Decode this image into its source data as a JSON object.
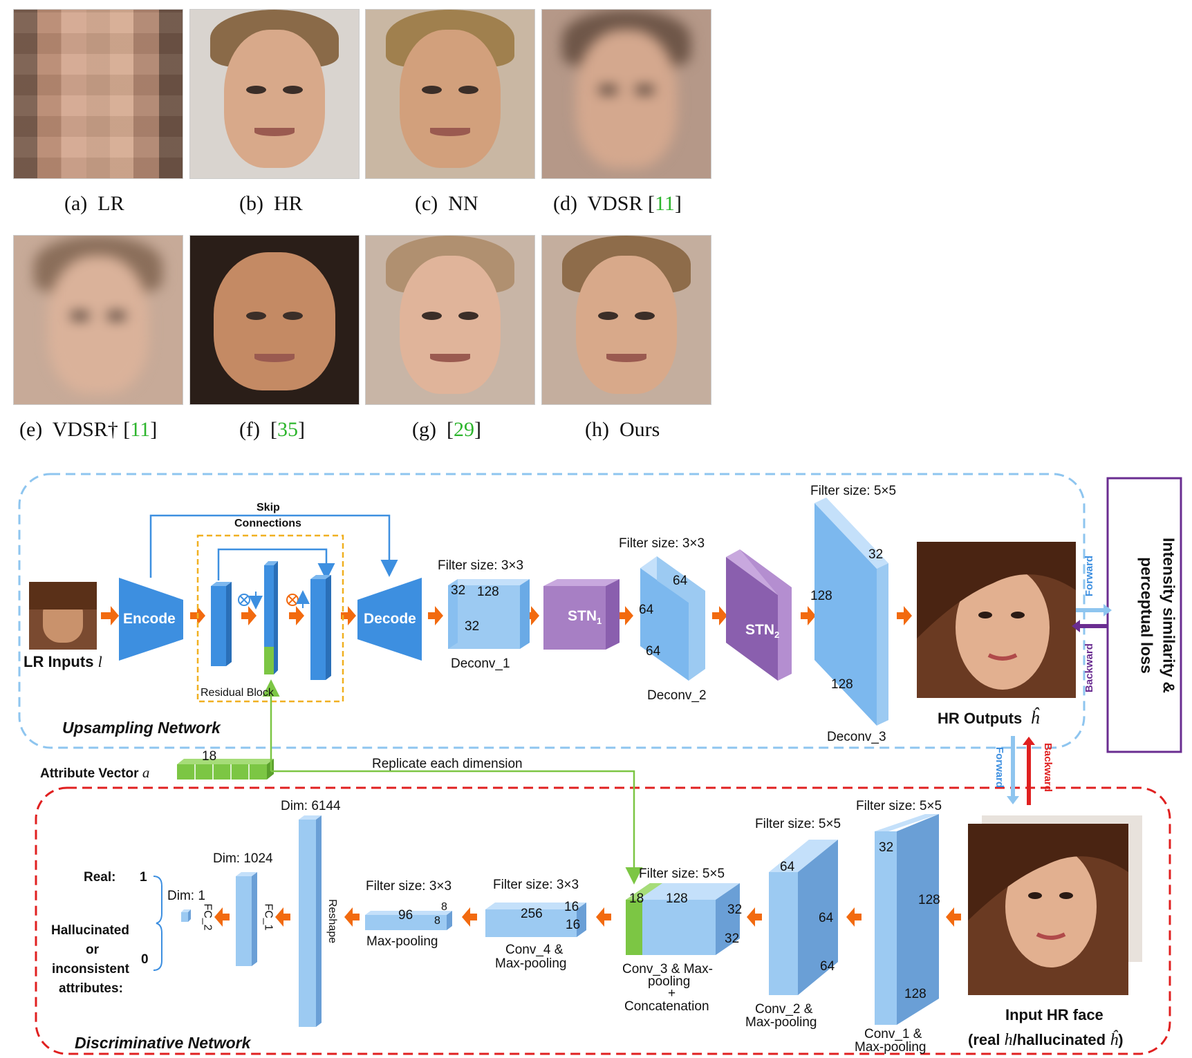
{
  "captions": [
    {
      "letter": "(a)",
      "text": "LR",
      "cite": ""
    },
    {
      "letter": "(b)",
      "text": "HR",
      "cite": ""
    },
    {
      "letter": "(c)",
      "text": "NN",
      "cite": ""
    },
    {
      "letter": "(d)",
      "text": "VDSR",
      "cite": "11"
    },
    {
      "letter": "(e)",
      "text": "VDSR†",
      "cite": "11"
    },
    {
      "letter": "(f)",
      "text": "",
      "cite": "35"
    },
    {
      "letter": "(g)",
      "text": "",
      "cite": "29"
    },
    {
      "letter": "(h)",
      "text": "Ours",
      "cite": ""
    }
  ],
  "colors": {
    "skip": "#3d8fe0",
    "residual": "#f0b020",
    "arrow": "#f26a0f",
    "block": "#9ccaf2",
    "blockDark": "#5b9bd8",
    "stn": "#a77fc4",
    "attr": "#7cc644",
    "upBorder": "#8ec5ef",
    "discBorder": "#e02020",
    "loss": "#6a2d91"
  },
  "upsampling": {
    "title": "Upsampling Network",
    "input_label": "LR Inputs",
    "input_var": "l",
    "encode": "Encode",
    "decode": "Decode",
    "skip_line1": "Skip",
    "skip_line2": "Connections",
    "residual_label": "Residual Block",
    "deconv1": {
      "filter": "Filter size: 3×3",
      "d1": "32",
      "d2": "128",
      "d3": "32",
      "name": "Deconv_1"
    },
    "stn1": "STN",
    "stn1_sub": "1",
    "deconv2": {
      "filter": "Filter size: 3×3",
      "d1": "64",
      "d2": "64",
      "d3": "64",
      "name": "Deconv_2"
    },
    "stn2": "STN",
    "stn2_sub": "2",
    "deconv3": {
      "filter": "Filter size: 5×5",
      "d1": "32",
      "d2": "128",
      "d3": "128",
      "name": "Deconv_3"
    },
    "output_label": "HR Outputs",
    "output_var": "ĥ"
  },
  "loss": {
    "line1": "Intensity similarity &",
    "line2": "perceptual loss",
    "forward": "Forward",
    "backward": "Backward"
  },
  "attribute": {
    "label": "Attribute Vector",
    "var": "a",
    "size": "18",
    "replicate": "Replicate each dimension"
  },
  "discriminative": {
    "title": "Discriminative Network",
    "real": "Real:",
    "real_val": "1",
    "fake1": "Hallucinated",
    "fake2": "or",
    "fake3": "inconsistent",
    "fake4": "attributes:",
    "fake_val": "0",
    "fc2": {
      "dim": "Dim: 1",
      "name": "FC_2"
    },
    "fc1": {
      "dim": "Dim: 1024",
      "name": "FC_1"
    },
    "reshape": {
      "dim": "Dim: 6144",
      "name": "Reshape"
    },
    "maxpool": {
      "filter": "Filter size: 3×3",
      "d1": "96",
      "d2": "8",
      "d3": "8",
      "name": "Max-pooling"
    },
    "conv4": {
      "filter": "Filter size: 3×3",
      "d1": "256",
      "d2": "16",
      "d3": "16",
      "name1": "Conv_4 &",
      "name2": "Max-pooling"
    },
    "conv3": {
      "filter": "Filter size: 5×5",
      "d0": "18",
      "d1": "128",
      "d2": "32",
      "d3": "32",
      "name1": "Conv_3 & Max-",
      "name2": "pooling",
      "name3": "+",
      "name4": "Concatenation"
    },
    "conv2": {
      "filter": "Filter size: 5×5",
      "d1": "64",
      "d2": "64",
      "d3": "64",
      "name1": "Conv_2 &",
      "name2": "Max-pooling"
    },
    "conv1": {
      "filter": "Filter size: 5×5",
      "d1": "32",
      "d2": "128",
      "d3": "128",
      "name1": "Conv_1 &",
      "name2": "Max-pooling"
    },
    "input1": "Input HR face",
    "input2_pre": "(real ",
    "input2_h": "h",
    "input2_mid": "/hallucinated ",
    "input2_hh": "ĥ",
    "input2_post": ")",
    "forward": "Forward",
    "backward": "Backward"
  }
}
